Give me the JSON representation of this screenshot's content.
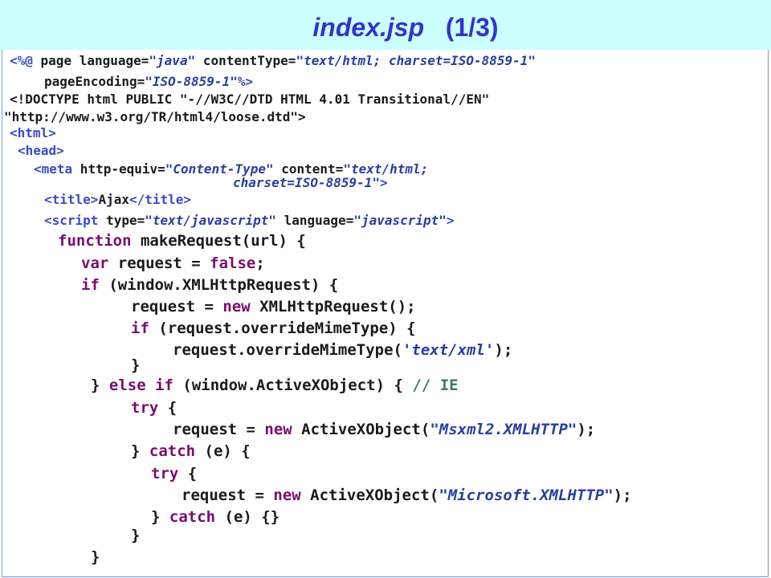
{
  "title": {
    "file": "index.jsp",
    "page": "(1/3)"
  },
  "colors": {
    "title_bg": "#ccffff",
    "title_text": "#3333cc",
    "tag": "#3b4cc0",
    "keyword": "#7a0d6e",
    "string": "#2a3e9e",
    "comment": "#3e7f57"
  },
  "code": {
    "l01": {
      "a": "<%@",
      "b": " page language=",
      "c": "\"java\"",
      "d": " contentType=",
      "e": "\"text/html; charset=ISO-8859-1\""
    },
    "l02": {
      "a": "pageEncoding=",
      "b": "\"ISO-8859-1\"",
      "c": "%>"
    },
    "l03": {
      "a": "<!DOCTYPE html PUBLIC ",
      "b": "\"-//W3C//DTD HTML 4.01 Transitional//EN\""
    },
    "l04": {
      "a": "\"http://www.w3.org/TR/html4/loose.dtd\"",
      "b": ">"
    },
    "l05": {
      "a": "<html>"
    },
    "l06": {
      "a": "<head>"
    },
    "l07": {
      "a": "<meta",
      "b": " http-equiv=",
      "c": "\"Content-Type\"",
      "d": " content=",
      "e": "\"text/html;"
    },
    "l08": {
      "a": "charset=ISO-8859-1\"",
      "b": ">"
    },
    "l09": {
      "a": "<title>",
      "b": "Ajax",
      "c": "</title>"
    },
    "l10": {
      "a": "<script",
      "b": " type=",
      "c": "\"text/javascript\"",
      "d": " language=",
      "e": "\"javascript\"",
      "f": ">"
    },
    "l11": {
      "a": "function",
      "b": " makeRequest(url) {"
    },
    "l12": {
      "a": "var",
      "b": " request = ",
      "c": "false",
      "d": ";"
    },
    "l13": {
      "a": "if",
      "b": " (window.XMLHttpRequest) {"
    },
    "l14": {
      "a": "request = ",
      "b": "new",
      "c": " XMLHttpRequest();"
    },
    "l15": {
      "a": "if",
      "b": " (request.overrideMimeType) {"
    },
    "l16": {
      "a": "request.overrideMimeType(",
      "b": "'text/xml'",
      "c": ");"
    },
    "l17": {
      "a": "}"
    },
    "l18": {
      "a": "} ",
      "b": "else if",
      "c": " (window.ActiveXObject) { ",
      "d": "// IE"
    },
    "l19": {
      "a": "try",
      "b": " {"
    },
    "l20": {
      "a": "request = ",
      "b": "new",
      "c": " ActiveXObject(",
      "d": "\"Msxml2.XMLHTTP\"",
      "e": ");"
    },
    "l21": {
      "a": "} ",
      "b": "catch",
      "c": " (e) {"
    },
    "l22": {
      "a": "try",
      "b": " {"
    },
    "l23": {
      "a": "request = ",
      "b": "new",
      "c": " ActiveXObject(",
      "d": "\"Microsoft.XMLHTTP\"",
      "e": ");"
    },
    "l24": {
      "a": "} ",
      "b": "catch",
      "c": " (e) {}"
    },
    "l25": {
      "a": "}"
    },
    "l26": {
      "a": "}"
    }
  }
}
